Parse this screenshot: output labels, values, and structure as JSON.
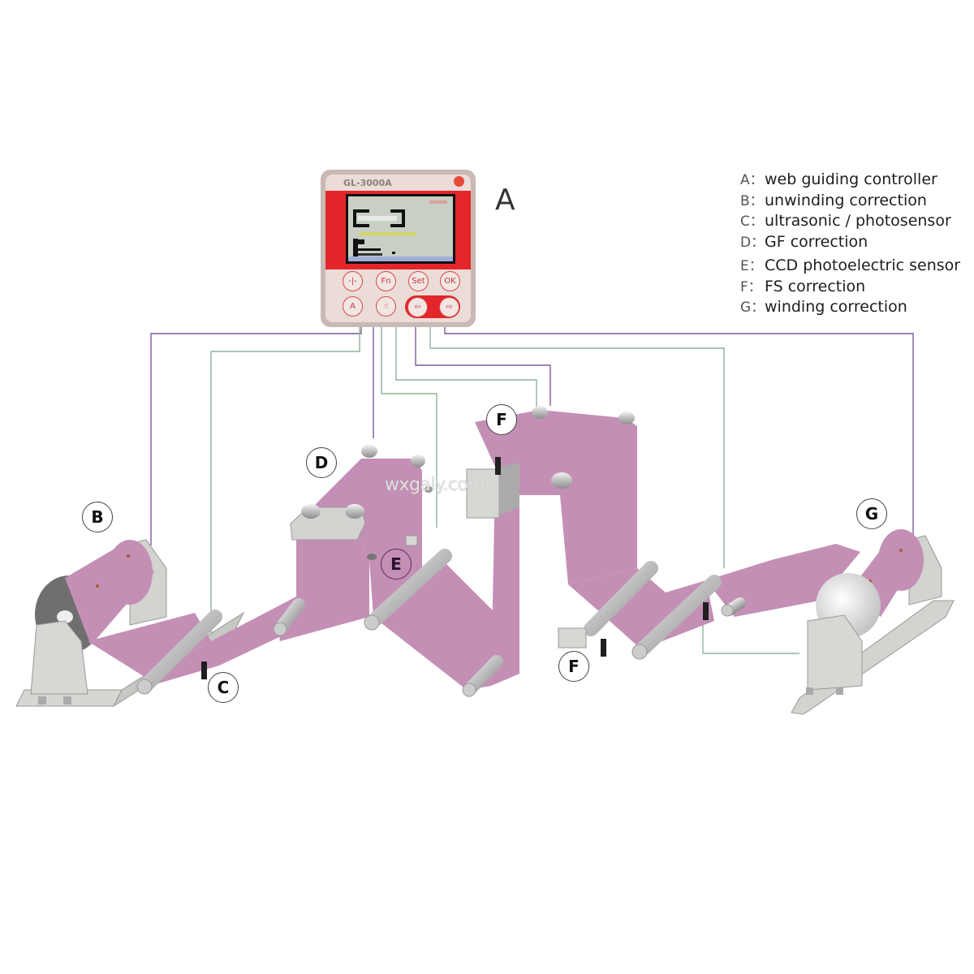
{
  "diagram": {
    "title_label": "A",
    "watermark": "wxgaly.com",
    "colors": {
      "web": "#c48fb5",
      "roller": "#c9c9c9",
      "frame": "#d3d3d0",
      "wire_purple": "#7a5c9a",
      "wire_green": "#8fb39a",
      "controller_red": "#e3262a"
    }
  },
  "controller": {
    "model": "GL-3000A",
    "buttons": [
      {
        "id": "center",
        "label": "-|-"
      },
      {
        "id": "fn",
        "label": "Fn"
      },
      {
        "id": "set",
        "label": "Set"
      },
      {
        "id": "ok",
        "label": "OK"
      },
      {
        "id": "auto",
        "label": "A"
      },
      {
        "id": "manual",
        "label": "☝"
      },
      {
        "id": "left",
        "label": "⇦"
      },
      {
        "id": "right",
        "label": "⇨"
      }
    ]
  },
  "legend": [
    {
      "key": "A：",
      "text": "web guiding controller"
    },
    {
      "key": "B：",
      "text": "unwinding correction"
    },
    {
      "key": "C：",
      "text": "ultrasonic / photosensor"
    },
    {
      "key": "D：",
      "text": "GF correction"
    },
    {
      "key": "E：",
      "text": "CCD photoelectric sensor"
    },
    {
      "key": "F：",
      "text": "FS correction"
    },
    {
      "key": "G：",
      "text": "winding correction"
    }
  ],
  "callouts": {
    "B": "B",
    "C": "C",
    "D": "D",
    "E": "E",
    "F1": "F",
    "F2": "F",
    "G": "G"
  }
}
